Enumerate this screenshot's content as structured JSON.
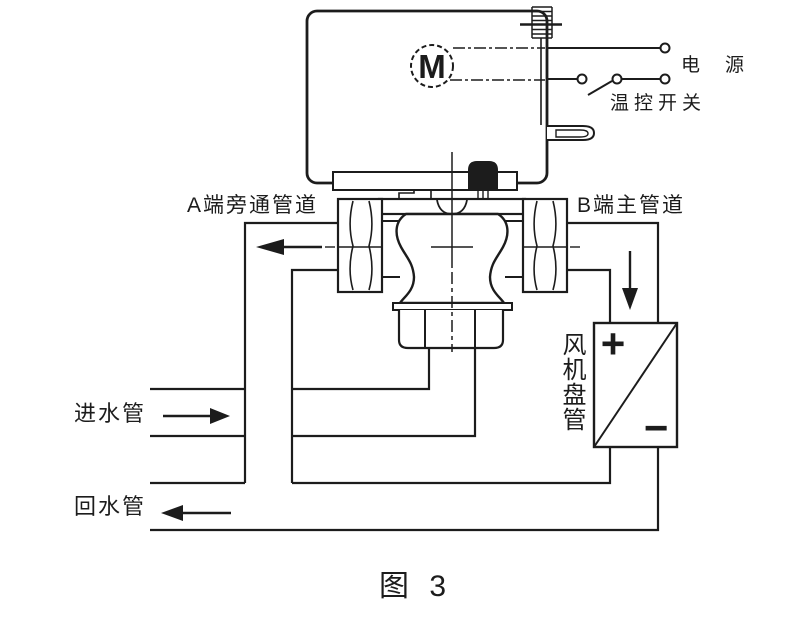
{
  "figure": {
    "caption": "图 3",
    "motor_label": "M",
    "circuit": {
      "power_label": "电　源",
      "thermostat_switch_label": "温控开关"
    },
    "valve": {
      "port_a_label": "A端旁通管道",
      "port_b_label": "B端主管道"
    },
    "pipes": {
      "inlet_label": "进水管",
      "return_label": "回水管"
    },
    "fan_coil": {
      "label": "风机盘管",
      "plus": "+",
      "minus": "−"
    },
    "colors": {
      "line": "#1c1c1c",
      "background": "#ffffff"
    }
  }
}
